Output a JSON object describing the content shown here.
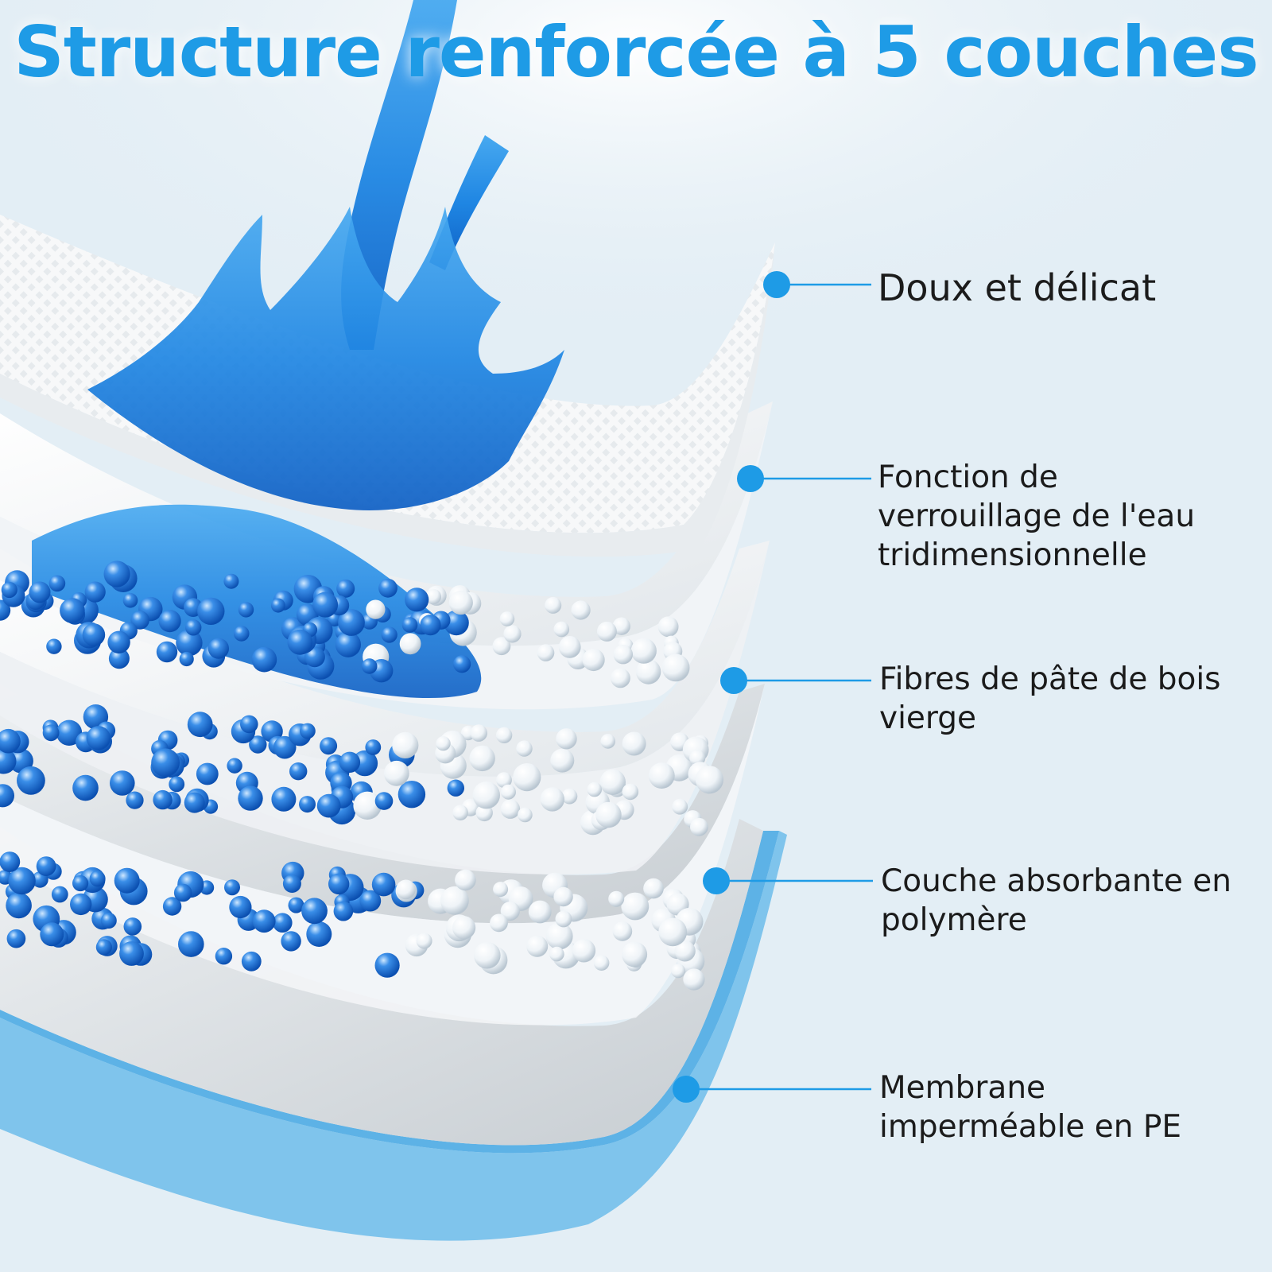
{
  "header": {
    "title": "Structure renforcée à 5 couches"
  },
  "layers": [
    {
      "lines": [
        "Doux et délicat"
      ]
    },
    {
      "lines": [
        "Fonction de",
        "verrouillage de l'eau",
        "tridimensionnelle"
      ]
    },
    {
      "lines": [
        "Fibres de pâte de bois",
        "vierge"
      ]
    },
    {
      "lines": [
        "Couche absorbante en",
        "polymère"
      ]
    },
    {
      "lines": [
        "Membrane",
        "imperméable en PE"
      ]
    }
  ],
  "colors": {
    "accent": "#1e9be6",
    "water": "#1a7fe0",
    "pe_membrane": "#7fc4ec",
    "background": "#e3eef5",
    "label_text": "#1b1b1b"
  }
}
